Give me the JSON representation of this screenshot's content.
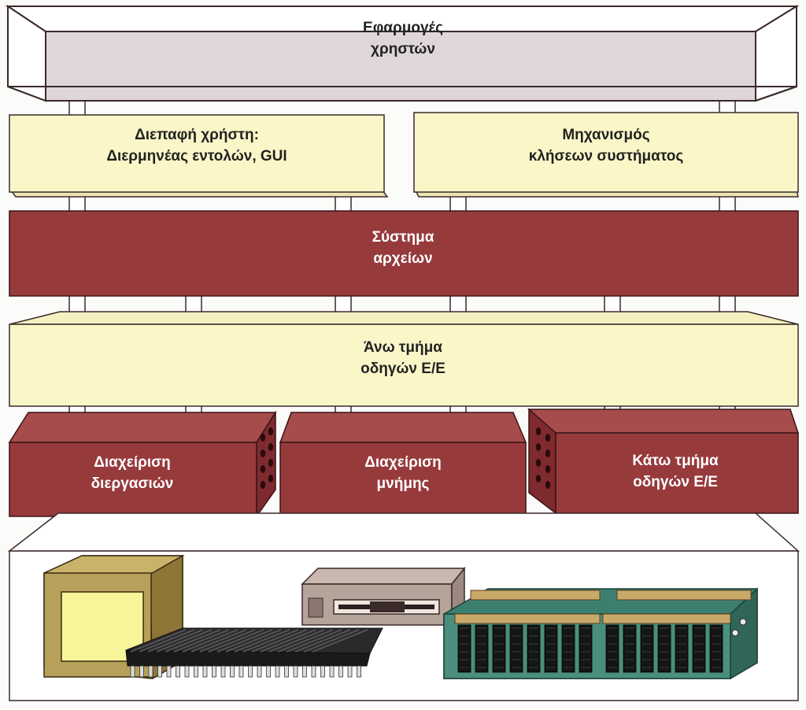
{
  "colors": {
    "app_layer": "#ded6d8",
    "app_edge": "#3a2a2a",
    "cream_face": "#fbf6c8",
    "cream_shadow": "#e7e0a8",
    "maroon_face": "#973a3c",
    "maroon_top": "#a64c4c",
    "maroon_dark": "#6e2226",
    "pillar": "#ffffff",
    "hardware_box": "#ffffff"
  },
  "layers": {
    "user_apps": {
      "line1": "Εφαρμογές",
      "line2": "χρηστών"
    },
    "user_interface": {
      "line1": "Διεπαφή χρήστη:",
      "line2": "Διερμηνέας εντολών, GUI"
    },
    "system_calls": {
      "line1": "Μηχανισμός",
      "line2": "κλήσεων συστήματος"
    },
    "file_system": {
      "line1": "Σύστημα",
      "line2": "αρχείων"
    },
    "io_upper": {
      "line1": "Άνω τμήμα",
      "line2": "οδηγών Ε/Ε"
    },
    "process_mgmt": {
      "line1": "Διαχείριση",
      "line2": "διεργασιών"
    },
    "memory_mgmt": {
      "line1": "Διαχείριση",
      "line2": "μνήμης"
    },
    "io_lower": {
      "line1": "Κάτω τμήμα",
      "line2": "οδηγών Ε/Ε"
    }
  },
  "hardware": {
    "items": [
      "monitor-icon",
      "cpu-chip-icon",
      "disk-drive-icon",
      "memory-board-icon"
    ]
  }
}
